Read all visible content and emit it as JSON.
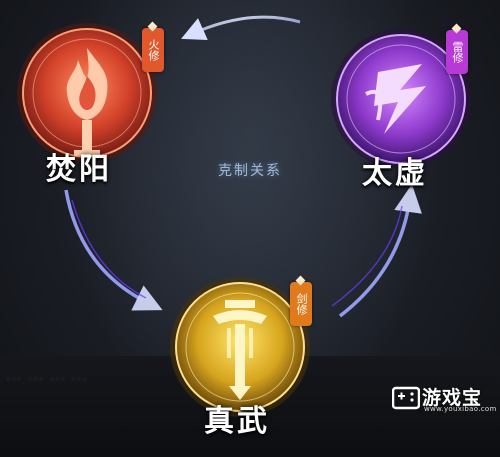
{
  "diagram": {
    "center_label": "克制关系",
    "schools": [
      {
        "name": "焚阳",
        "badge": "火修",
        "icon": "flame-icon",
        "color": "#e2553a",
        "badge_color": "#e0582c"
      },
      {
        "name": "太虚",
        "badge": "雷修",
        "icon": "lightning-icon",
        "color": "#a34be0",
        "badge_color": "#b83ad6"
      },
      {
        "name": "真武",
        "badge": "剑修",
        "icon": "sword-icon",
        "color": "#e0b62a",
        "badge_color": "#e07a1c"
      }
    ]
  },
  "watermark": {
    "brand": "游戏宝",
    "url": "www.youxibao.com"
  }
}
